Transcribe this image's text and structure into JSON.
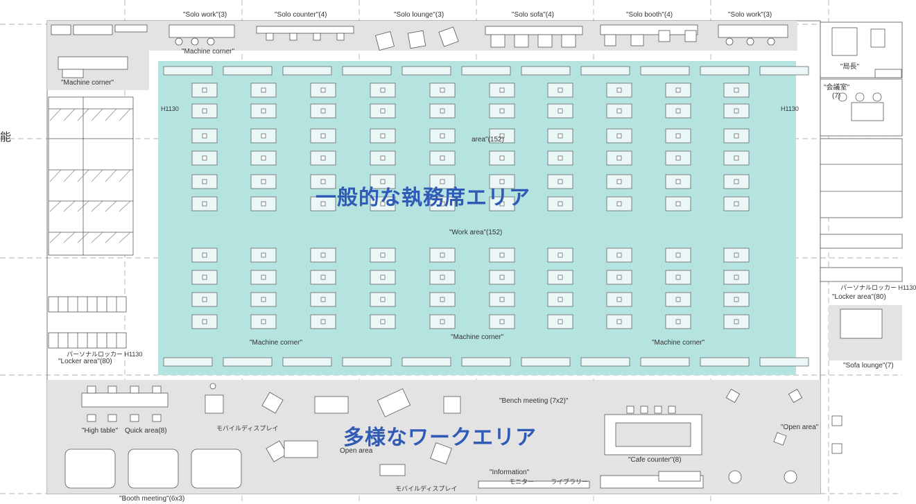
{
  "labels": {
    "top_solo_work_left": "\"Solo work\"(3)",
    "top_solo_counter": "\"Solo counter\"(4)",
    "top_solo_lounge": "\"Solo lounge\"(3)",
    "top_solo_sofa": "\"Solo sofa\"(4)",
    "top_solo_booth": "\"Solo booth\"(4)",
    "top_solo_work_right": "\"Solo work\"(3)",
    "machine_corner_top": "\"Machine corner\"",
    "machine_corner_left": "\"Machine corner\"",
    "machine_corner_b1": "\"Machine corner\"",
    "machine_corner_b2": "\"Machine corner\"",
    "machine_corner_b3": "\"Machine corner\"",
    "work_area_1": "area\"(152)",
    "work_area_2": "\"Work area\"(152)",
    "locker_left": "\"Locker area\"(80)",
    "locker_right": "\"Locker area\"(80)",
    "sofa_lounge": "\"Sofa lounge\"(7)",
    "director": "\"局長\"",
    "meeting_room": "\"会議室\"",
    "meeting_room_count": "(7)",
    "high_table": "\"High table\"",
    "quick_area": "Quick area(8)",
    "booth_meeting": "\"Booth meeting\"(6x3)",
    "open_area_mid": "Open area",
    "open_area_right": "\"Open area\"",
    "bench_meeting": "\"Bench meeting (7x2)\"",
    "cafe_counter": "\"Cafe counter\"(8)",
    "information": "\"Information\"",
    "mobile_display_1": "モバイルディスプレイ",
    "mobile_display_2": "モバイルディスプレイ",
    "personal_locker_left": "パーソナルロッカー H1130",
    "personal_locker_right": "パーソナルロッカー H1130",
    "monitor": "モニター",
    "library": "ライブラリー",
    "h1130": "H1130",
    "h1130_r": "H1130",
    "edge_char": "能"
  },
  "titles": {
    "general_work_area": "一般的な執務席エリア",
    "diverse_work_area": "多様なワークエリア"
  },
  "colors": {
    "work_zone": "#b5e3e0",
    "gray_zone": "#e3e3e3",
    "line": "#555555",
    "title_blue": "#2f5bb7"
  }
}
